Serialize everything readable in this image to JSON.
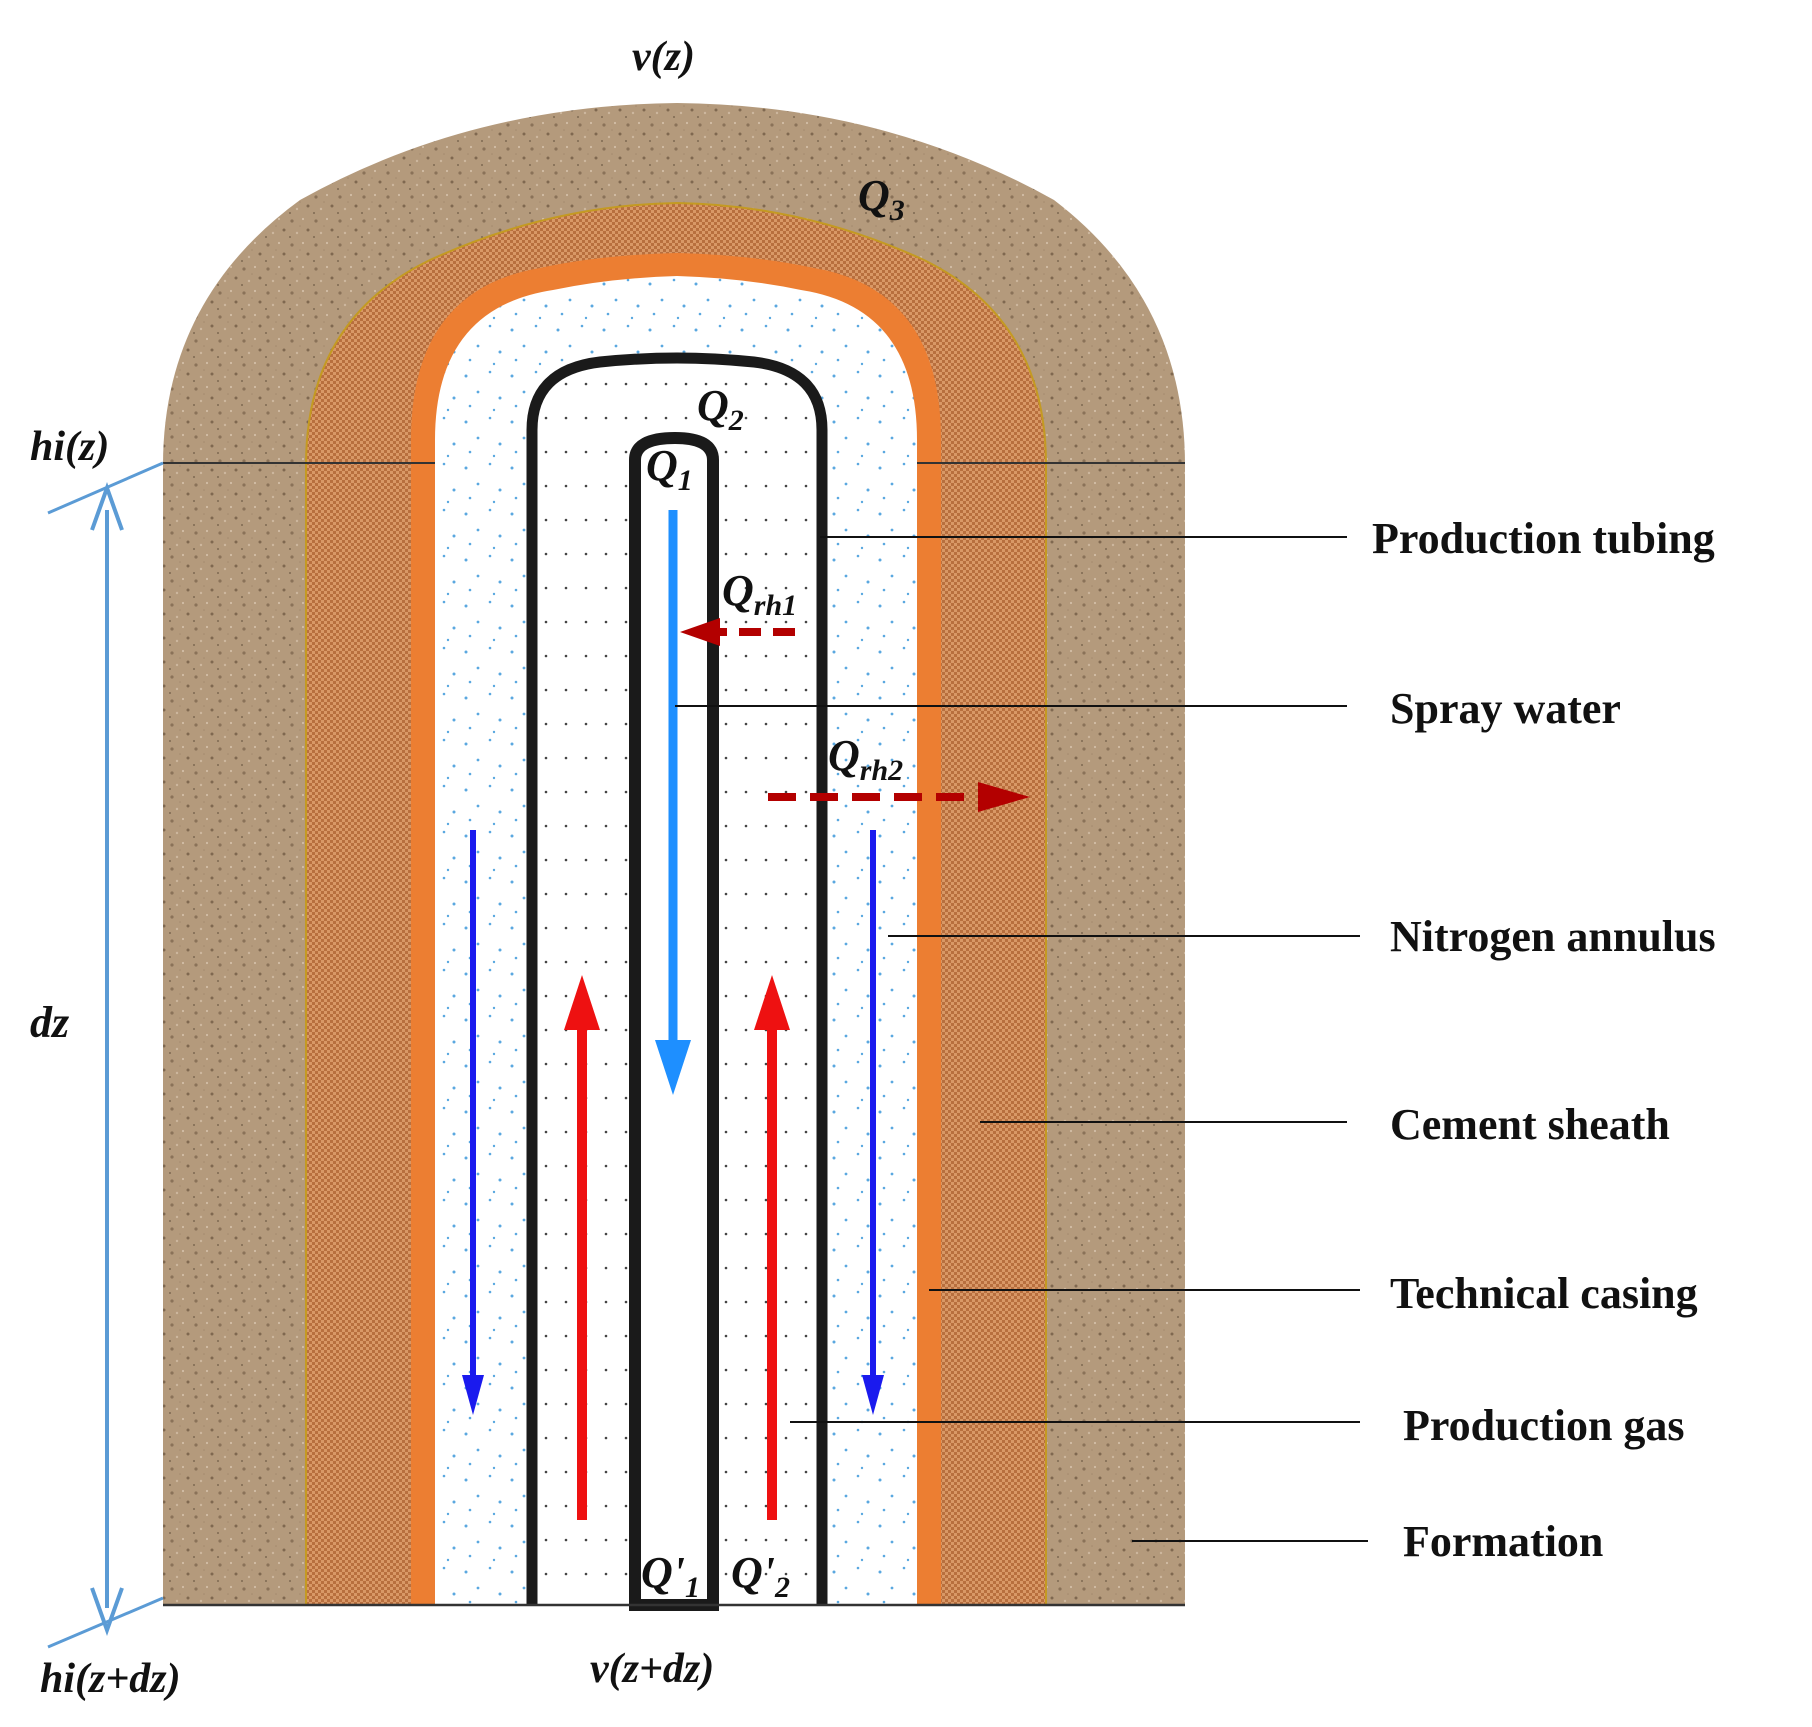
{
  "colors": {
    "formation": "#b49a7c",
    "cement": "#c78855",
    "casing": "#ec7e32",
    "annulus_fill": "#ffffff",
    "annulus_dots": "#5aa8e0",
    "tubing": "#1a1a1a",
    "spray_arrow": "#1e8fff",
    "nitrogen_arrow": "#1a1aee",
    "gas_arrow": "#ee1111",
    "heat_arrow": "#b30000",
    "dz_arrow": "#5b9bd5"
  },
  "labels": {
    "top_velocity": "v(z)",
    "bottom_velocity": "v(z+dz)",
    "hi_top": "hi(z)",
    "hi_bottom": "hi(z+dz)",
    "dz": "dz",
    "q3": {
      "base": "Q",
      "sub": "3"
    },
    "q2": {
      "base": "Q",
      "sub": "2"
    },
    "q1": {
      "base": "Q",
      "sub": "1"
    },
    "qrh1": {
      "base": "Q",
      "sub": "rh1"
    },
    "qrh2": {
      "base": "Q",
      "sub": "rh2"
    },
    "q1_prime": {
      "base": "Q'",
      "sub": "1"
    },
    "q2_prime": {
      "base": "Q'",
      "sub": "2"
    }
  },
  "legend": [
    "Production tubing",
    "Spray water",
    "Nitrogen annulus",
    "Cement sheath",
    "Technical casing",
    "Production gas",
    "Formation"
  ]
}
